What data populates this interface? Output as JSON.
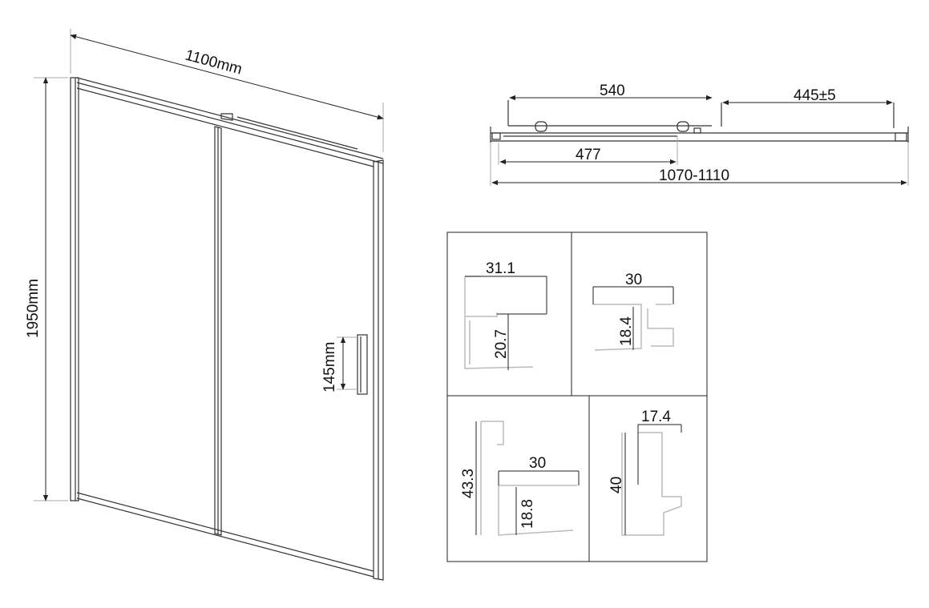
{
  "front_view": {
    "width_label": "1100mm",
    "height_label": "1950mm",
    "handle_label": "145mm"
  },
  "top_view": {
    "door_width_label": "540",
    "fixed_gap_label": "445±5",
    "fixed_panel_label": "477",
    "total_range_label": "1070-1110"
  },
  "profiles": [
    {
      "width_label": "31.1",
      "height_label": "20.7"
    },
    {
      "width_label": "30",
      "height_label": "18.4"
    },
    {
      "width_label": "30",
      "height_label": "18.8",
      "total_height_label": "43.3"
    },
    {
      "width_label": "17.4",
      "height_label": "40"
    }
  ],
  "colors": {
    "line": "#222222",
    "profile": "#bbbbbb"
  }
}
